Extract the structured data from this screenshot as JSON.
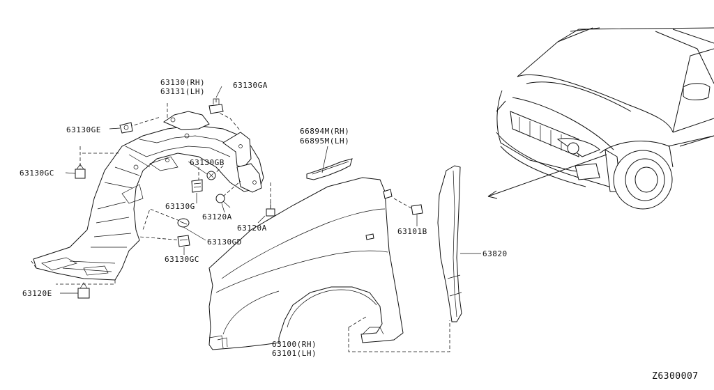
{
  "diagram_code": "Z6300007",
  "labels": {
    "p63130_rh": "63130(RH)",
    "p63131_lh": "63131(LH)",
    "p63130ga": "63130GA",
    "p63130ge": "63130GE",
    "p63130gc_left": "63130GC",
    "p63130gb": "63130GB",
    "p63130g": "63130G",
    "p63120a_1": "63120A",
    "p63120a_2": "63120A",
    "p63130gd": "63130GD",
    "p63130gc_bottom": "63130GC",
    "p63120e": "63120E",
    "p66894m_rh": "66894M(RH)",
    "p66895m_lh": "66895M(LH)",
    "p63101b": "63101B",
    "p63820": "63820",
    "p63100_rh": "63100(RH)",
    "p63101_lh": "63101(LH)"
  }
}
